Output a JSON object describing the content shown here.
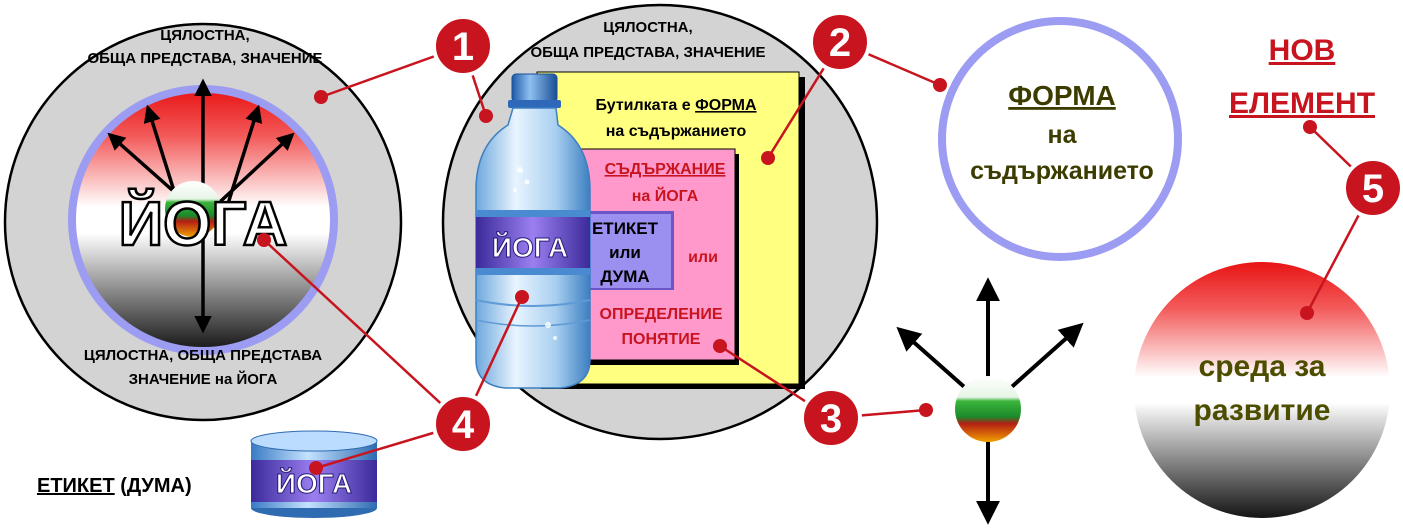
{
  "left_circle": {
    "top_label_line1": "ЦЯЛОСТНА,",
    "top_label_line2": "ОБЩА ПРЕДСТАВА, ЗНАЧЕНИЕ",
    "center_word": "ЙОГА",
    "bottom_label_line1": "ЦЯЛОСТНА, ОБЩА ПРЕДСТАВА",
    "bottom_label_line2": "ЗНАЧЕНИЕ на ЙОГА"
  },
  "middle_circle": {
    "top_label_line1": "ЦЯЛОСТНА,",
    "top_label_line2": "ОБЩА ПРЕДСТАВА, ЗНАЧЕНИЕ",
    "yellow_line1_prefix": "Бутилката е ",
    "yellow_line1_emph": "ФОРМА",
    "yellow_line2": "на съдържанието",
    "pink_line1": "СЪДЪРЖАНИЕ",
    "pink_line2": "на ЙОГА",
    "pink_or": "или",
    "pink_def1": "ОПРЕДЕЛЕНИЕ",
    "pink_def2": "ПОНЯТИЕ",
    "label_box_line1": "ЕТИКЕТ",
    "label_box_line2": "или",
    "label_box_line3": "ДУМА",
    "bottle_label": "ЙОГА"
  },
  "form_circle": {
    "line1": "ФОРМА",
    "line2": "на",
    "line3": "съдържанието"
  },
  "new_element": {
    "line1": "НОВ",
    "line2": "ЕЛЕМЕНТ"
  },
  "env_circle": {
    "line1": "среда за",
    "line2": "развитие"
  },
  "bottom_label": {
    "bold": "ЕТИКЕТ",
    "rest": " (ДУМА)",
    "tag_word": "ЙОГА"
  },
  "markers": {
    "m1": "1",
    "m2": "2",
    "m3": "3",
    "m4": "4",
    "m5": "5"
  },
  "colors": {
    "marker_red": "#c8141e",
    "circle_gray": "#d3d3d3",
    "ring_blue": "#9b9cf2",
    "yellow_box": "#ffff80",
    "pink_box": "#ff99cc",
    "label_purple": "#6b55c8",
    "form_text": "#3c3c00",
    "new_element_red": "#c8141e",
    "env_text": "#4d4d00"
  }
}
